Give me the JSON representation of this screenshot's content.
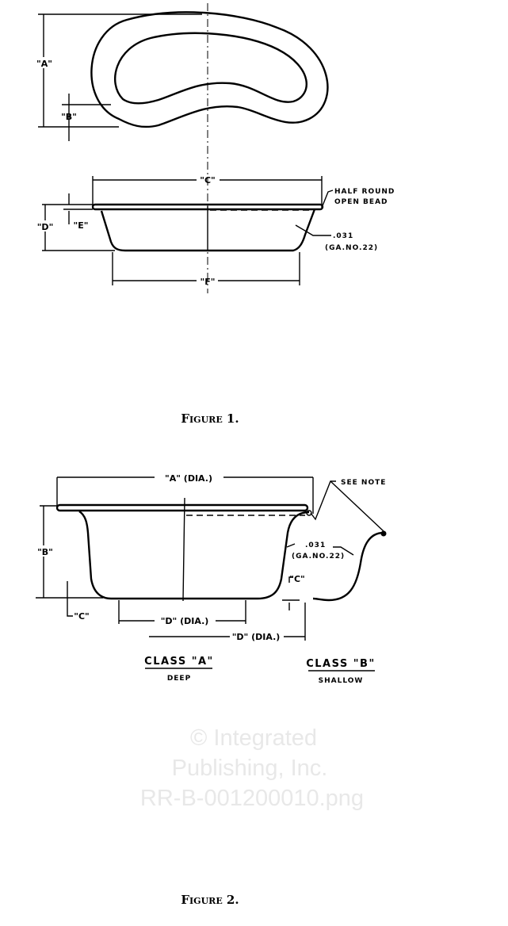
{
  "figure1": {
    "caption": "Figure 1.",
    "dims": {
      "a": "\"A\"",
      "b": "\"B\"",
      "c": "\"C\"",
      "d": "\"D\"",
      "e": "\"E\"",
      "f": "\"F\""
    },
    "bead_line1": "HALF ROUND",
    "bead_line2": "OPEN BEAD",
    "gauge_value": ".031",
    "gauge_label": "(GA.NO.22)"
  },
  "watermark": {
    "line1": "© Integrated",
    "line2": "Publishing, Inc.",
    "line3": "RR-B-001200010.png"
  },
  "figure2": {
    "caption": "Figure 2.",
    "dim_a": "\"A\" (DIA.)",
    "dim_b": "\"B\"",
    "dim_c_left": "\"C\"",
    "dim_c_right": "\"C\"",
    "dim_d_a": "\"D\" (DIA.)",
    "dim_d_b": "\"D\" (DIA.)",
    "see_note": "SEE NOTE",
    "gauge_value": ".031",
    "gauge_label": "(GA.NO.22)",
    "class_a": "CLASS \"A\"",
    "class_a_sub": "DEEP",
    "class_b": "CLASS \"B\"",
    "class_b_sub": "SHALLOW"
  }
}
